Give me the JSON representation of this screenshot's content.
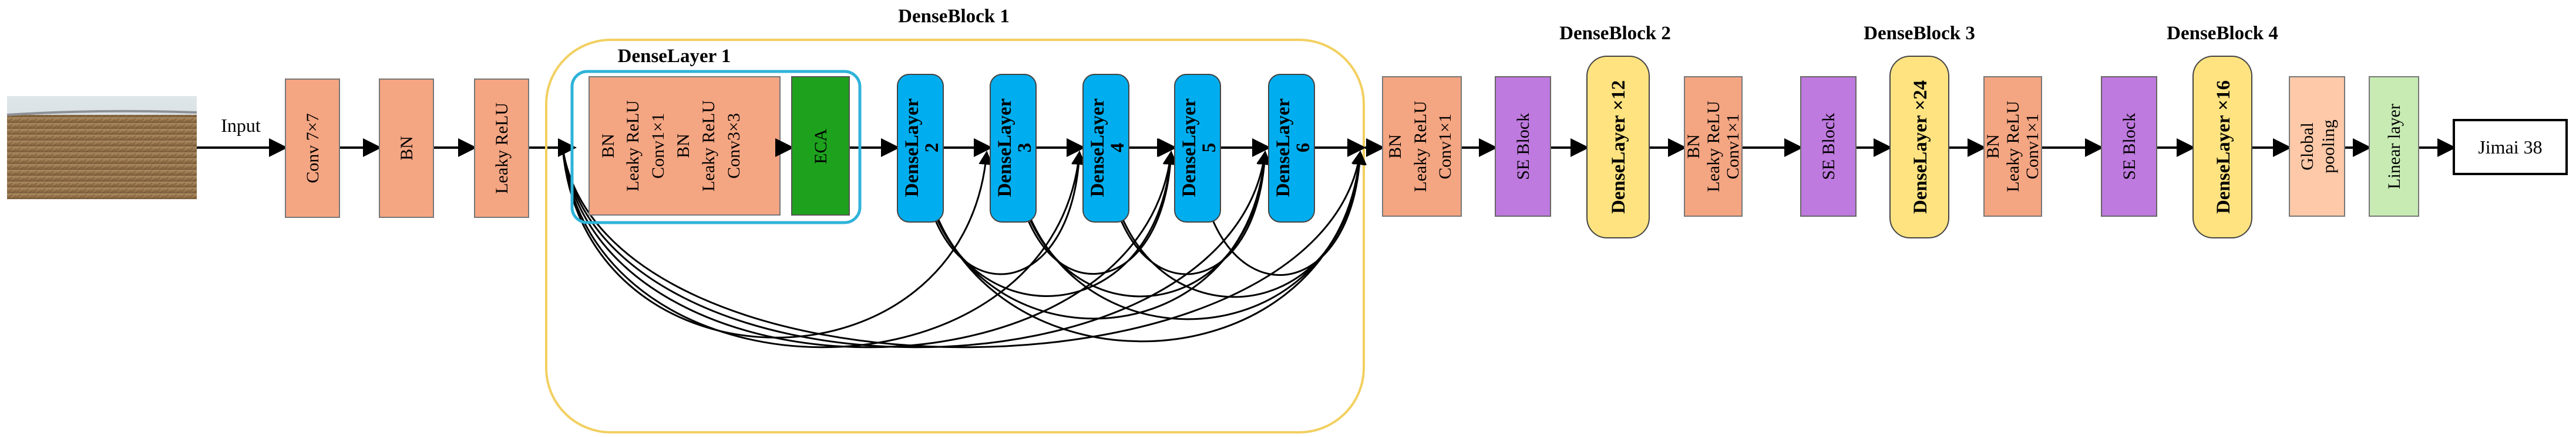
{
  "input": {
    "label": "Input"
  },
  "stem": [
    {
      "label": "Conv 7×7",
      "color": "#F4A582"
    },
    {
      "label": "BN",
      "color": "#F4A582"
    },
    {
      "label": "Leaky ReLU",
      "color": "#F4A582"
    }
  ],
  "dense_block_1": {
    "title": "DenseBlock 1",
    "dense_layer_1": {
      "title": "DenseLayer 1",
      "ops_lines": [
        "BN",
        "Leaky ReLU",
        "Conv1×1",
        "BN",
        "Leaky ReLU",
        "Conv3×3"
      ],
      "eca_label": "ECA",
      "eca_color": "#1EA21E"
    },
    "layers": [
      {
        "line1": "DenseLayer",
        "line2": "2"
      },
      {
        "line1": "DenseLayer",
        "line2": "3"
      },
      {
        "line1": "DenseLayer",
        "line2": "4"
      },
      {
        "line1": "DenseLayer",
        "line2": "5"
      },
      {
        "line1": "DenseLayer",
        "line2": "6"
      }
    ],
    "layer_color": "#00AEEF"
  },
  "transitions": [
    {
      "lines": [
        "BN",
        "Leaky ReLU",
        "Conv1×1"
      ]
    },
    {
      "lines": [
        "BN",
        "Leaky ReLU",
        "Conv1×1"
      ]
    },
    {
      "lines": [
        "BN",
        "Leaky ReLU",
        "Conv1×1"
      ]
    }
  ],
  "se_blocks": [
    {
      "label": "SE Block"
    },
    {
      "label": "SE Block"
    },
    {
      "label": "SE Block"
    }
  ],
  "dense_blocks": [
    {
      "title": "DenseBlock 2",
      "label": "DenseLayer ×12"
    },
    {
      "title": "DenseBlock 3",
      "label": "DenseLayer ×24"
    },
    {
      "title": "DenseBlock 4",
      "label": "DenseLayer ×16"
    }
  ],
  "head": {
    "pool_lines": [
      "Global",
      "pooling"
    ],
    "linear_label": "Linear layer",
    "output_label": "Jimai 38"
  },
  "colors": {
    "orange": "#F4A582",
    "purple": "#BE7ADE",
    "yellow": "#FFE380",
    "teal": "#2FB3D9",
    "peach": "#FDC9A8",
    "green": "#C8EBB4",
    "block_outline": "#F2D060"
  }
}
